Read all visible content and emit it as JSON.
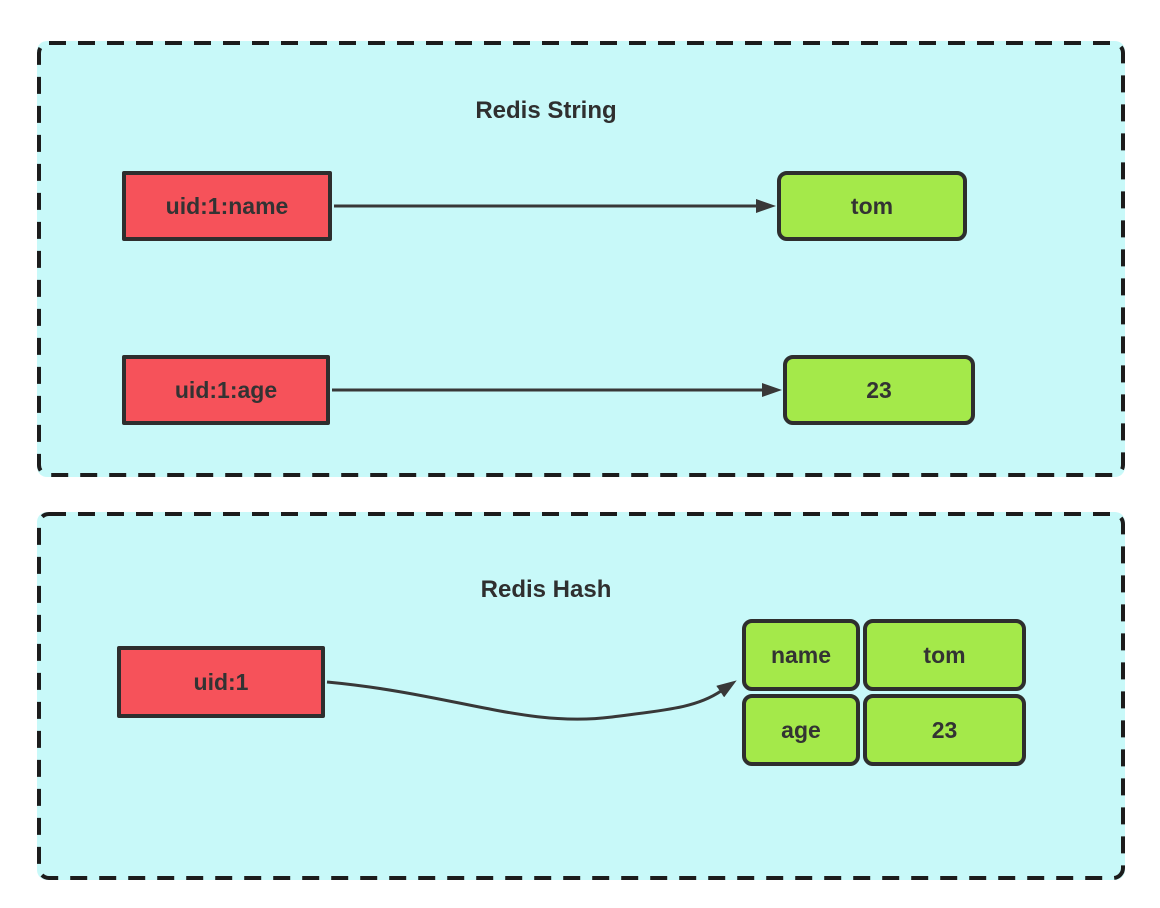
{
  "diagram": {
    "type": "redis-data-structure-comparison"
  },
  "string_section": {
    "title": "Redis String",
    "rows": [
      {
        "key": "uid:1:name",
        "value": "tom"
      },
      {
        "key": "uid:1:age",
        "value": "23"
      }
    ]
  },
  "hash_section": {
    "title": "Redis Hash",
    "key": "uid:1",
    "fields": [
      {
        "field": "name",
        "value": "tom"
      },
      {
        "field": "age",
        "value": "23"
      }
    ]
  },
  "colors": {
    "panel_background": "#c8f9f9",
    "panel_dashed_border": "#1c1c1c",
    "key_box_fill": "#f6525a",
    "value_box_fill": "#a4e94a",
    "box_border": "#2e2e2e",
    "arrow": "#383838",
    "text": "#333333",
    "page_background": "#ffffff"
  }
}
